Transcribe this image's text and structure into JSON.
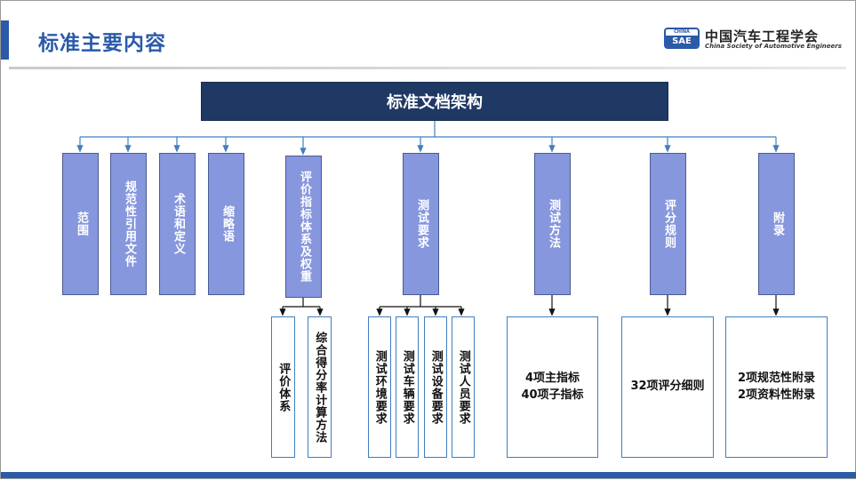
{
  "header": {
    "title": "标准主要内容",
    "org_name_cn": "中国汽车工程学会",
    "org_name_en": "China Society of Automotive Engineers",
    "logo_top": "CHINA",
    "logo_bottom": "SAE",
    "accent_color": "#2a5aa8"
  },
  "diagram": {
    "root": "标准文档架构",
    "sections": [
      "范围",
      "规范性引用文件",
      "术语和定义",
      "缩略语",
      "评价指标体系及权重",
      "测试要求",
      "测试方法",
      "评分规则",
      "附录"
    ],
    "eval_children": [
      "评价体系",
      "综合得分率计算方法"
    ],
    "test_req_children": [
      "测试环境要求",
      "测试车辆要求",
      "测试设备要求",
      "测试人员要求"
    ],
    "test_method_detail": [
      "4项主指标",
      "40项子指标"
    ],
    "scoring_detail": [
      "32项评分细则"
    ],
    "appendix_detail": [
      "2项规范性附录",
      "2项资料性附录"
    ],
    "colors": {
      "root_fill": "#1f3864",
      "node_fill": "#8797dd",
      "line": "#3f7fbf"
    }
  }
}
